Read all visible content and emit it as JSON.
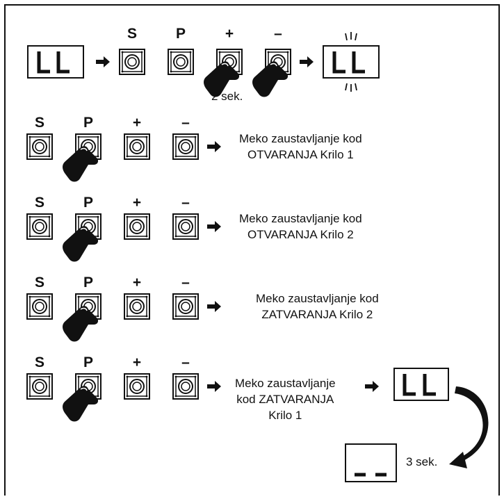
{
  "header": {
    "labels": [
      "S",
      "P",
      "+",
      "–"
    ],
    "hold_note": "2 sek."
  },
  "steps": [
    {
      "labels": [
        "S",
        "P",
        "+",
        "–"
      ],
      "text_line1": "Meko zaustavljanje kod",
      "text_line2": "OTVARANJA Krilo 1"
    },
    {
      "labels": [
        "S",
        "P",
        "+",
        "–"
      ],
      "text_line1": "Meko zaustavljanje kod",
      "text_line2": "OTVARANJA Krilo 2"
    },
    {
      "labels": [
        "S",
        "P",
        "+",
        "–"
      ],
      "text_line1": "Meko zaustavljanje kod",
      "text_line2": "ZATVARANJA Krilo 2"
    },
    {
      "labels": [
        "S",
        "P",
        "+",
        "–"
      ],
      "text_line1": "Meko zaustavljanje",
      "text_line2": "kod ZATVARANJA",
      "text_line3": "Krilo 1"
    }
  ],
  "final": {
    "wait_note": "3 sek."
  },
  "icons": {
    "button": "push-button-icon",
    "finger": "pressing-finger-icon",
    "arrow": "right-arrow-icon",
    "curve": "curved-arrow-icon"
  },
  "colors": {
    "ink": "#111111",
    "border": "#222222",
    "background": "#ffffff"
  }
}
